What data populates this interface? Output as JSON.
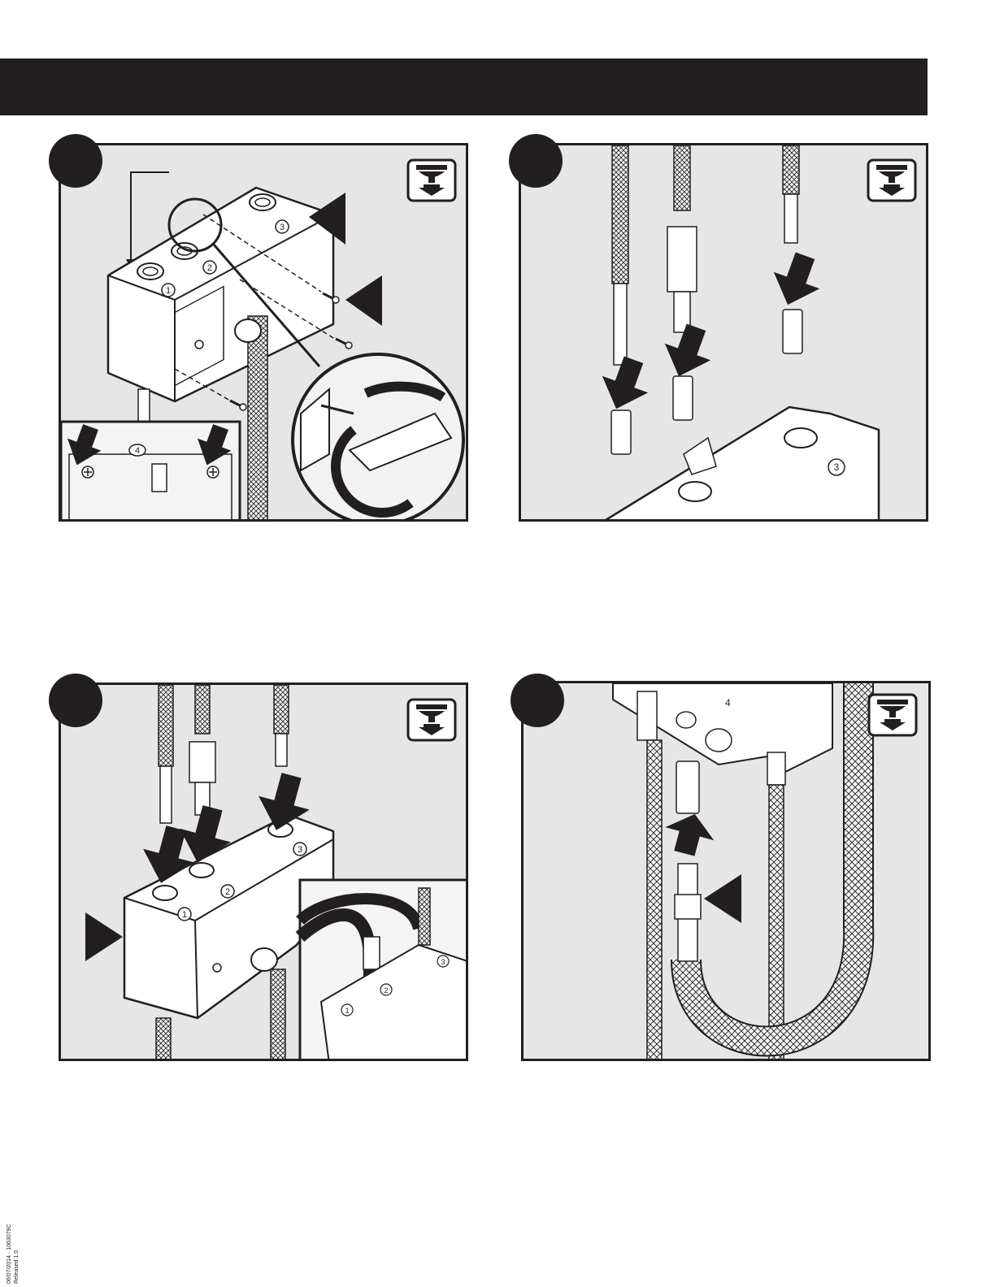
{
  "panels": [
    {
      "id": 1,
      "port_labels": [
        "1",
        "2",
        "3"
      ],
      "inset_port_label": "4"
    },
    {
      "id": 2,
      "port_labels": [
        "3"
      ]
    },
    {
      "id": 3,
      "port_labels": [
        "1",
        "2",
        "3"
      ],
      "inset_port_labels": [
        "1",
        "2",
        "3"
      ]
    },
    {
      "id": 4,
      "port_labels": [
        "4"
      ]
    }
  ],
  "icons": {
    "install_badge": "ceiling-mount-install-icon",
    "arrow": "push-down-arrow-icon",
    "pointer": "callout-pointer-icon"
  },
  "footer": {
    "doc_code": "06/07/2014 · 1063079C",
    "release": "Released 1.0"
  },
  "colors": {
    "ink": "#231f20",
    "panel_fill": "#e6e6e6",
    "part_fill": "#ffffff"
  }
}
